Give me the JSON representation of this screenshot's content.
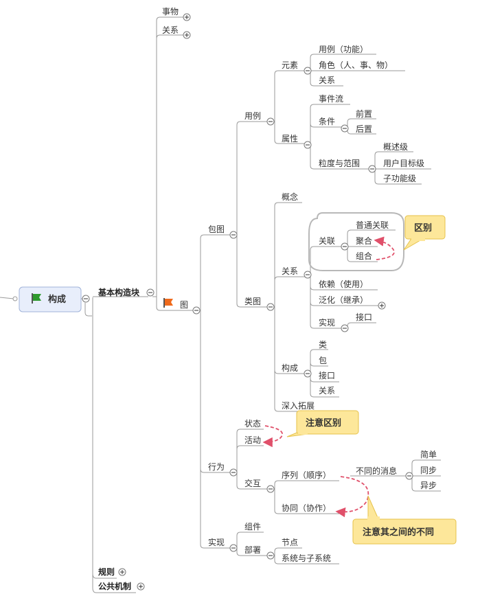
{
  "root": {
    "label": "构成"
  },
  "basic": {
    "label": "基本构造块"
  },
  "rules": {
    "label": "规则"
  },
  "common": {
    "label": "公共机制"
  },
  "things": {
    "label": "事物"
  },
  "relations_top": {
    "label": "关系"
  },
  "diagram": {
    "label": "图"
  },
  "package_diagram": {
    "label": "包图"
  },
  "use_case": {
    "label": "用例"
  },
  "elements": {
    "label": "元素"
  },
  "element_items": [
    "用例（功能）",
    "角色（人、事、物）",
    "关系"
  ],
  "attributes": {
    "label": "属性"
  },
  "event_flow": {
    "label": "事件流"
  },
  "condition": {
    "label": "条件"
  },
  "pre": {
    "label": "前置"
  },
  "post": {
    "label": "后置"
  },
  "granularity": {
    "label": "粒度与范围"
  },
  "gran_items": [
    "概述级",
    "用户目标级",
    "子功能级"
  ],
  "class_diagram": {
    "label": "类图"
  },
  "concept": {
    "label": "概念"
  },
  "relation": {
    "label": "关系"
  },
  "association": {
    "label": "关联"
  },
  "assoc_items": [
    "普通关联",
    "聚合",
    "组合"
  ],
  "dependency": {
    "label": "依赖（使用）"
  },
  "generalization": {
    "label": "泛化（继承）"
  },
  "realization": {
    "label": "实现"
  },
  "interface": {
    "label": "接口"
  },
  "composition": {
    "label": "构成"
  },
  "comp_items": [
    "类",
    "包",
    "接口",
    "关系"
  ],
  "deep": {
    "label": "深入拓展"
  },
  "behavior": {
    "label": "行为"
  },
  "state": {
    "label": "状态"
  },
  "activity": {
    "label": "活动"
  },
  "interaction": {
    "label": "交互"
  },
  "sequence": {
    "label": "序列（顺序）"
  },
  "collaboration": {
    "label": "协同（协作）"
  },
  "diff_msg": {
    "label": "不同的消息"
  },
  "msg_items": [
    "简单",
    "同步",
    "异步"
  ],
  "implementation": {
    "label": "实现"
  },
  "component": {
    "label": "组件"
  },
  "deployment": {
    "label": "部署"
  },
  "node": {
    "label": "节点"
  },
  "system": {
    "label": "系统与子系统"
  },
  "callouts": {
    "diff": "区别",
    "attention_diff": "注意区别",
    "attention_between": "注意其之间的不同"
  },
  "colors": {
    "line": "#9a9a9a",
    "callout_fill": "#fde79a",
    "callout_border": "#e6c24a",
    "arrow": "#e0506a",
    "root_fill": "#e8eefb",
    "root_border": "#9fb2d8",
    "flag_green": "#2e9a2e",
    "flag_orange": "#ef6a1c"
  },
  "icons": {
    "root_flag": "green-flag-icon",
    "diagram_flag": "orange-flag-icon"
  }
}
